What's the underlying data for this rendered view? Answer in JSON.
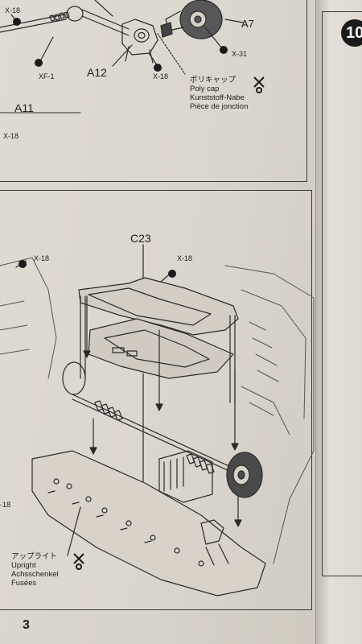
{
  "top_panel": {
    "labels": {
      "x18_top_left": "X-18",
      "a7": "A7",
      "x31": "X-31",
      "xf1": "XF-1",
      "a12": "A12",
      "x18_mid": "X-18",
      "a11": "A11",
      "x18_left": "X-18"
    },
    "poly_cap": [
      "ポリキャップ",
      "Poly cap",
      "Kunststoff-Nabe",
      "Pièce de jonction"
    ]
  },
  "bottom_panel": {
    "labels": {
      "c23": "C23",
      "x18_right": "X-18",
      "x18_left": "X-18",
      "side_18": "-18"
    },
    "upright": [
      "アップライト",
      "Upright",
      "Achsschenkel",
      "Fusées"
    ]
  },
  "next_step_number": "10",
  "page_number": "3"
}
